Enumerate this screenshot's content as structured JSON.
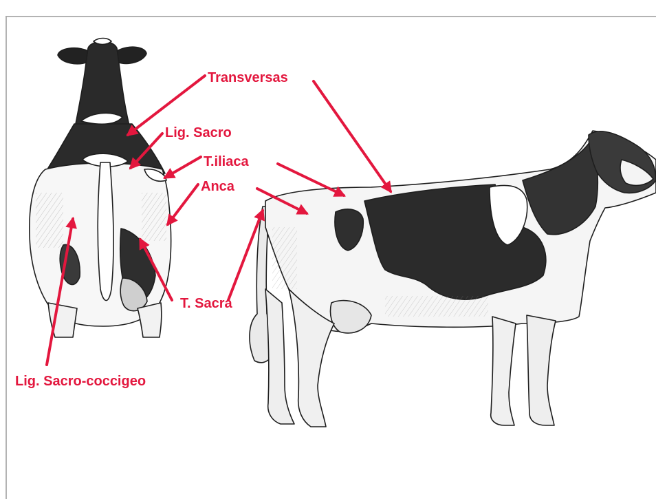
{
  "colors": {
    "label": "#e3173e",
    "ink": "#1e1e1e",
    "hide": "#f7f7f7",
    "frame": "#9a9a9a"
  },
  "labels": {
    "transversas": "Transversas",
    "lig_sacro": "Lig. Sacro",
    "t_iliaca": "T.iliaca",
    "anca": "Anca",
    "t_sacra": "T. Sacra",
    "lig_sacro_coccigeo": "Lig. Sacro-coccigeo"
  },
  "icons": {
    "rear_view": "cow-rear-view-illustration",
    "side_view": "cow-side-view-illustration"
  }
}
